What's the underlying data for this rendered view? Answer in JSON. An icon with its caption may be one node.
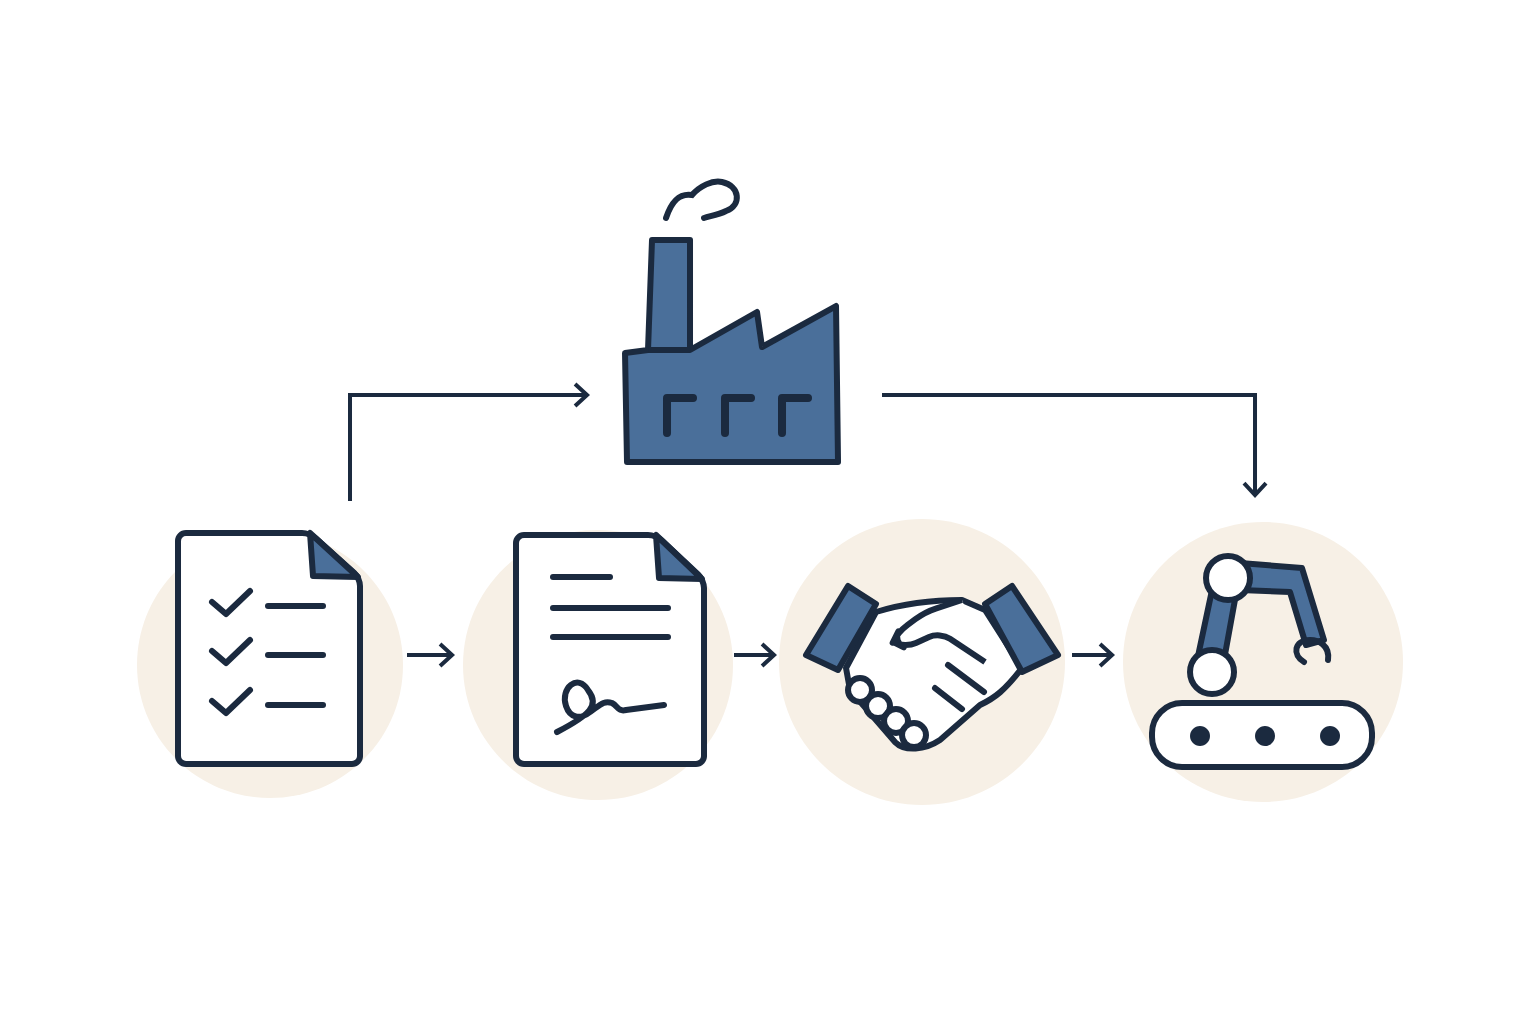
{
  "diagram": {
    "nodes": [
      {
        "text": [],
        "shape": "picture"
      },
      {
        "text": [],
        "shape": "picture"
      },
      {
        "text": [],
        "shape": "picture"
      },
      {
        "text": [],
        "shape": "picture"
      },
      {
        "text": [],
        "shape": "picture"
      }
    ],
    "edges": [
      {
        "from": 1,
        "to": 0,
        "arrow": "to"
      },
      {
        "from": 0,
        "to": 4,
        "arrow": "to"
      },
      {
        "from": 1,
        "to": 2,
        "arrow": "to"
      },
      {
        "from": 2,
        "to": 3,
        "arrow": "to"
      },
      {
        "from": 3,
        "to": 4,
        "arrow": "to"
      }
    ]
  }
}
